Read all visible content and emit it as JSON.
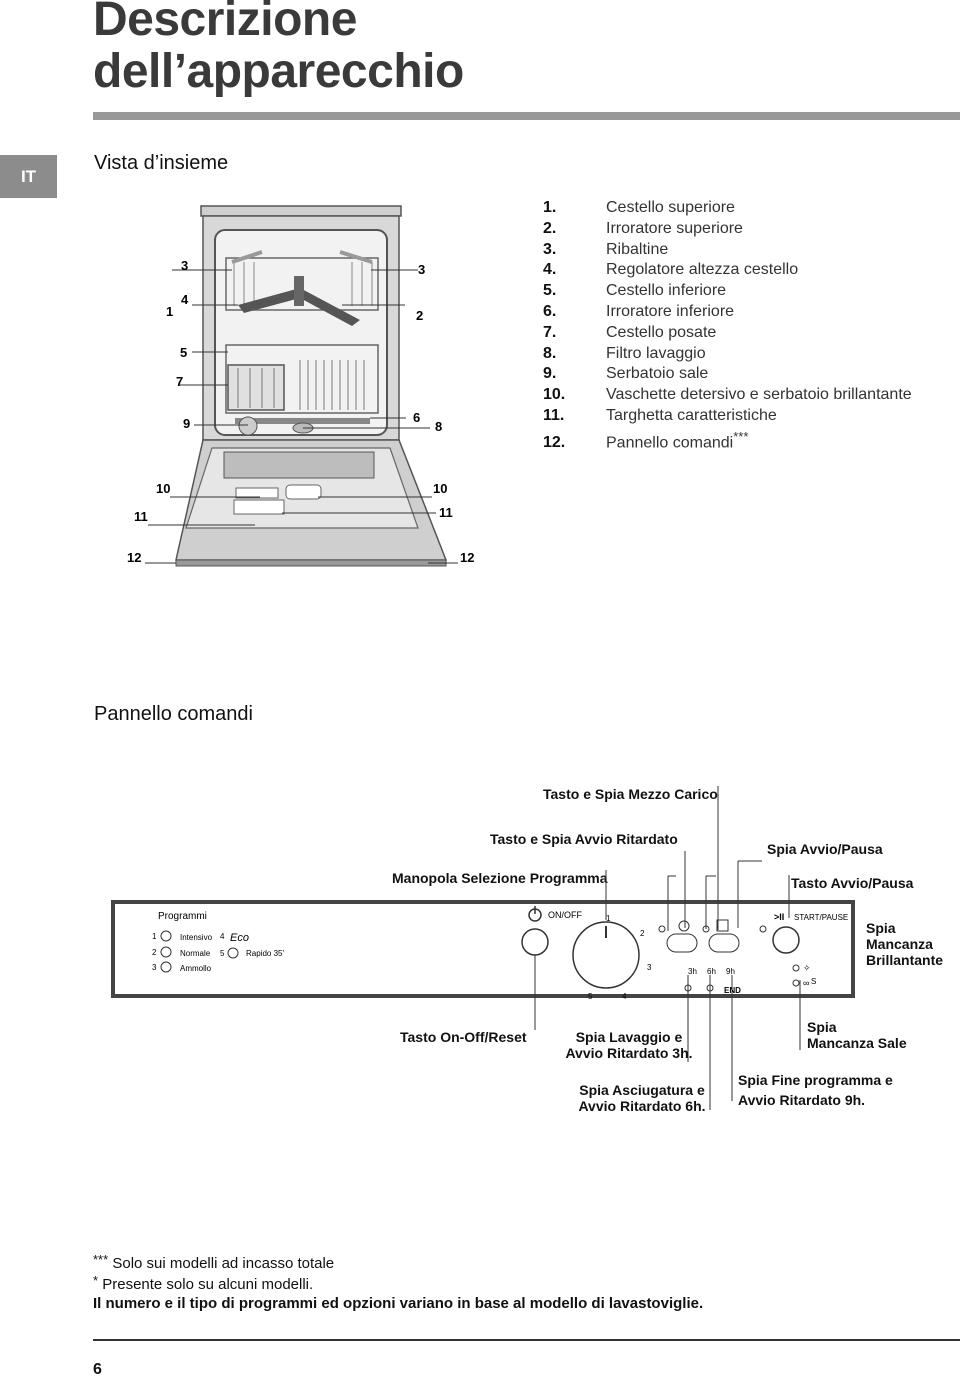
{
  "title_line1": "Descrizione",
  "title_line2": "dell’apparecchio",
  "lang_tab": "IT",
  "section1_title": "Vista d’insieme",
  "legend": [
    {
      "num": "1.",
      "text": "Cestello superiore"
    },
    {
      "num": "2.",
      "text": "Irroratore superiore"
    },
    {
      "num": "3.",
      "text": "Ribaltine"
    },
    {
      "num": "4.",
      "text": "Regolatore altezza cestello"
    },
    {
      "num": "5.",
      "text": "Cestello inferiore"
    },
    {
      "num": "6.",
      "text": "Irroratore inferiore"
    },
    {
      "num": "7.",
      "text": "Cestello posate"
    },
    {
      "num": "8.",
      "text": "Filtro lavaggio"
    },
    {
      "num": "9.",
      "text": "Serbatoio sale"
    },
    {
      "num": "10.",
      "text": "Vaschette detersivo e serbatoio brillantante"
    },
    {
      "num": "11.",
      "text": "Targhetta caratteristiche"
    },
    {
      "num": "12.",
      "text": "Pannello comandi",
      "sup": "***"
    }
  ],
  "diagram_callouts": {
    "c1": "1",
    "c2": "2",
    "c3a": "3",
    "c3b": "3",
    "c4": "4",
    "c5": "5",
    "c6": "6",
    "c7": "7",
    "c8": "8",
    "c9": "9",
    "c10a": "10",
    "c10b": "10",
    "c11a": "11",
    "c11b": "11",
    "c12a": "12",
    "c12b": "12"
  },
  "section2_title": "Pannello comandi",
  "panel_labels": {
    "mezzo_carico": "Tasto e Spia Mezzo Carico",
    "avvio_ritardato": "Tasto e Spia Avvio Ritardato",
    "spia_avvio_pausa": "Spia Avvio/Pausa",
    "manopola": "Manopola Selezione Programma",
    "tasto_avvio_pausa": "Tasto Avvio/Pausa",
    "brillantante": [
      "Spia",
      "Mancanza",
      "Brillantante"
    ],
    "on_off_reset": "Tasto On-Off/Reset",
    "lavaggio_3h": [
      "Spia Lavaggio e",
      "Avvio Ritardato 3h."
    ],
    "mancanza_sale": [
      "Spia",
      "Mancanza Sale"
    ],
    "asciugatura_6h": [
      "Spia Asciugatura e",
      "Avvio Ritardato 6h."
    ],
    "fine_9h": [
      "Spia Fine programma e",
      "Avvio Ritardato 9h."
    ]
  },
  "panel_printed": {
    "programmi": "Programmi",
    "programs": [
      {
        "n": "1",
        "name": "Intensivo"
      },
      {
        "n": "2",
        "name": "Normale"
      },
      {
        "n": "3",
        "name": "Ammollo"
      },
      {
        "n": "4",
        "name": "Eco"
      },
      {
        "n": "5",
        "name": "Rapido 35'"
      }
    ],
    "on_off": "ON/OFF",
    "knob_nums": [
      "1",
      "2",
      "3",
      "4",
      "5"
    ],
    "start_pause": "START/PAUSE",
    "h3": "3h",
    "h6": "6h",
    "h9": "9h",
    "end": "END",
    "s": "S"
  },
  "footnotes": {
    "f1_mark": "***",
    "f1_text": " Solo sui modelli ad incasso totale",
    "f2_mark": "*",
    "f2_text": " Presente solo su alcuni modelli.",
    "f3": "Il numero e il tipo di programmi ed opzioni variano in base al modello di lavastoviglie."
  },
  "page_number": "6"
}
